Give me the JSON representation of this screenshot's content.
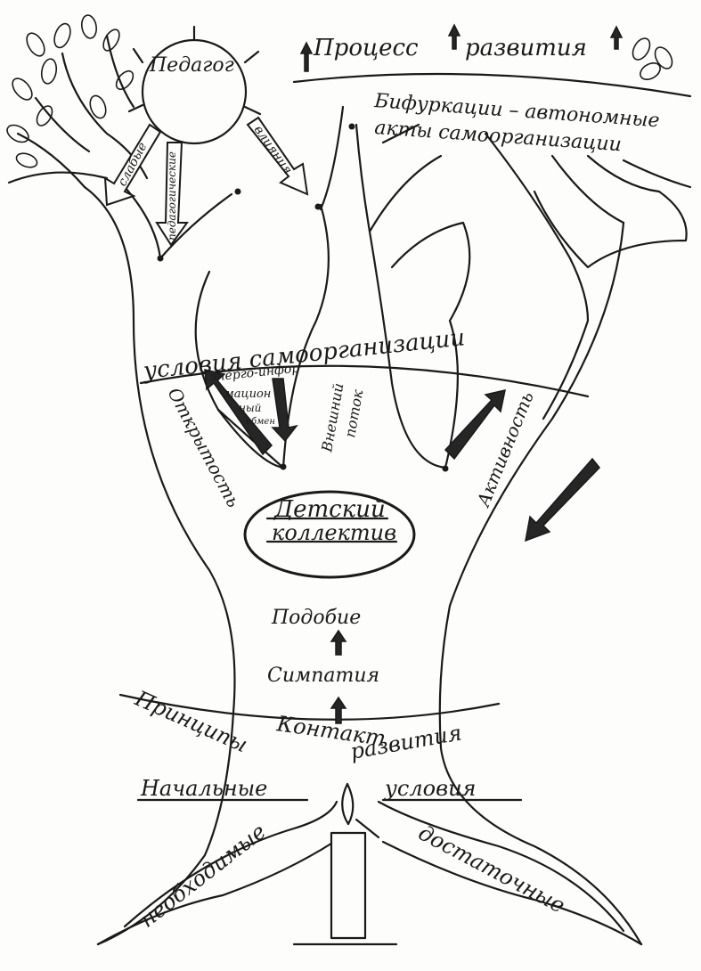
{
  "labels": {
    "process": "Процесс",
    "development_top": "развития",
    "bifurcations_1": "Бифуркации – автономные",
    "bifurcations_2": "акты самоорганизации",
    "teacher": "Педагог",
    "influence_weak": "слабые",
    "influence_pedagogical": "педагогические",
    "influence_effects": "влияния",
    "conditions_selforg": "условия самоорганизации",
    "energy_info_1": "энерго-инфор",
    "energy_info_2": "мацион",
    "energy_info_3": "ный",
    "energy_info_4": "обмен",
    "external_1": "Внешний",
    "external_2": "поток",
    "openness": "Открытость",
    "activity": "Активность",
    "collective_1": "Детский",
    "collective_2": "коллектив",
    "similarity": "Подобие",
    "sympathy": "Симпатия",
    "contact": "Контакт",
    "principles": "Принципы",
    "development_bottom": "развития",
    "initial": "Начальные",
    "conditions": "условия",
    "necessary": "необходимые",
    "sufficient": "достаточные"
  },
  "colors": {
    "ink": "#1a1a1a",
    "paper": "#fdfdfb",
    "arrow_fill": "#262626"
  },
  "icons": [
    "sun",
    "candle",
    "leaf-clusters",
    "arrows"
  ]
}
